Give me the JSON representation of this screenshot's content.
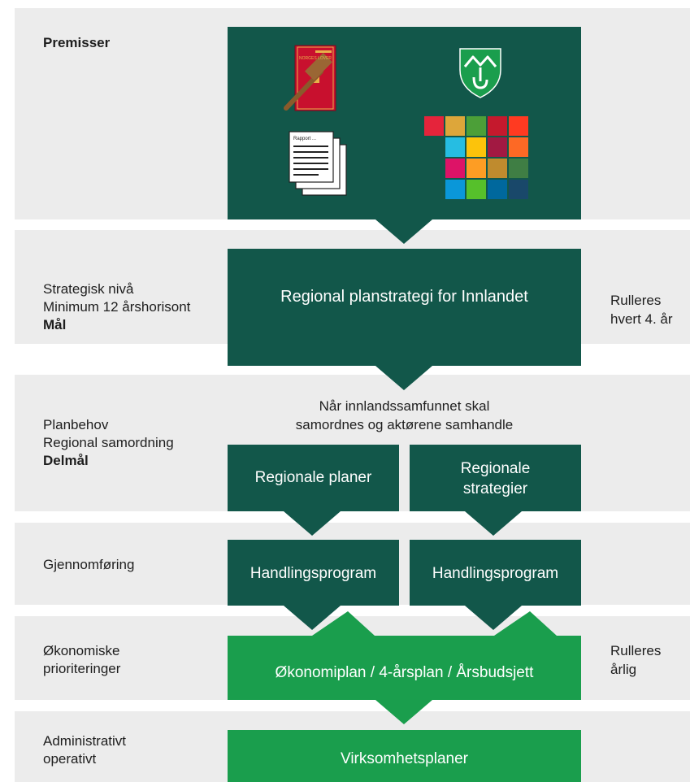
{
  "premisser": {
    "title": "Premisser",
    "book_text": "NORGES LOVER",
    "doc_title": "Rapport ..."
  },
  "strategisk": {
    "line1": "Strategisk nivå",
    "line2": "Minimum 12 årshorisont",
    "bold": "Mål",
    "box": "Regional planstrategi for Innlandet",
    "right1": "Rulleres",
    "right2": "hvert 4. år"
  },
  "planbehov": {
    "line1": "Planbehov",
    "line2": "Regional samordning",
    "bold": "Delmål",
    "intro1": "Når innlandssamfunnet skal",
    "intro2": "samordnes og aktørene samhandle",
    "box_left": "Regionale planer",
    "box_right1": "Regionale",
    "box_right2": "strategier"
  },
  "gjennomforing": {
    "label": "Gjennomføring",
    "box_left": "Handlingsprogram",
    "box_right": "Handlingsprogram"
  },
  "okonomi": {
    "line1": "Økonomiske",
    "line2": "prioriteringer",
    "box": "Økonomiplan / 4-årsplan / Årsbudsjett",
    "right1": "Rulleres",
    "right2": "årlig"
  },
  "administrativt": {
    "line1": "Administrativt",
    "line2": "operativt",
    "box": "Virksomhetsplaner"
  },
  "colors": {
    "dark_green": "#12574a",
    "bright_green": "#1a9e4d",
    "band": "#ececec"
  }
}
